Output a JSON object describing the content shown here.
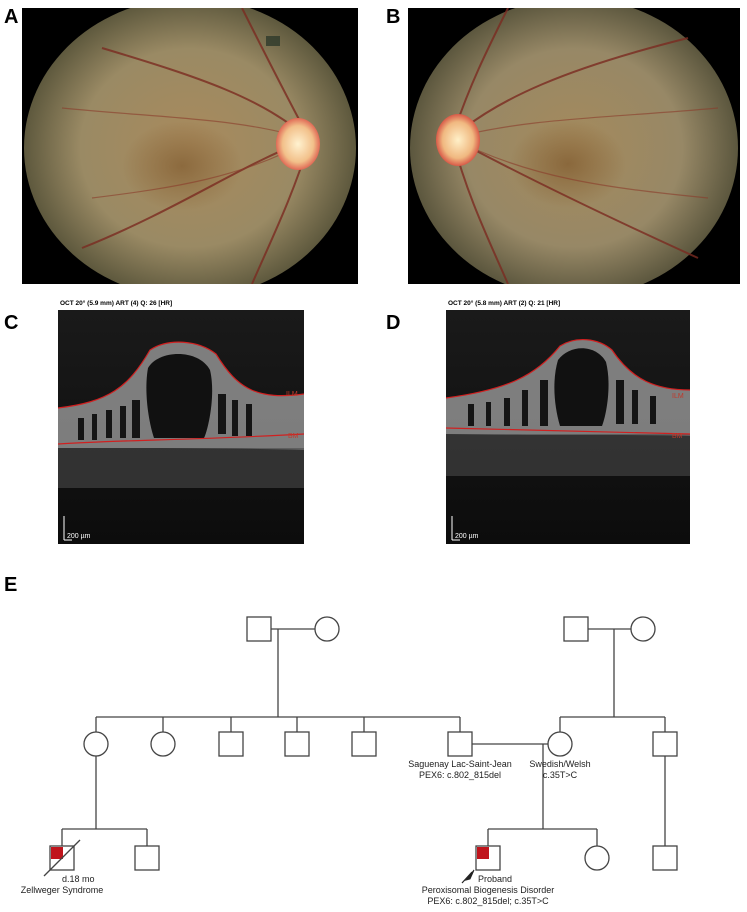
{
  "panels": {
    "a": {
      "letter": "A"
    },
    "b": {
      "letter": "B"
    },
    "c": {
      "letter": "C",
      "header": "OCT 20° (5.9 mm) ART (4) Q: 26 [HR]",
      "ilm": "ILM",
      "bm": "BM",
      "scale": "200 µm"
    },
    "d": {
      "letter": "D",
      "header": "OCT 20° (5.8 mm) ART (2) Q: 21 [HR]",
      "ilm": "ILM",
      "bm": "BM",
      "scale": "200 µm"
    },
    "e": {
      "letter": "E"
    }
  },
  "pedigree": {
    "cousin_line1": "d.18 mo",
    "cousin_line2": "Zellweger Syndrome",
    "father_line1": "Saguenay Lac-Saint-Jean",
    "father_line2": "PEX6: c.802_815del",
    "mother_line1": "Swedish/Welsh",
    "mother_line2": "c.35T>C",
    "proband_line1": "Proband",
    "proband_line2": "Peroxisomal Biogenesis Disorder",
    "proband_line3": "PEX6: c.802_815del; c.35T>C",
    "affected_color": "#c0141c"
  }
}
